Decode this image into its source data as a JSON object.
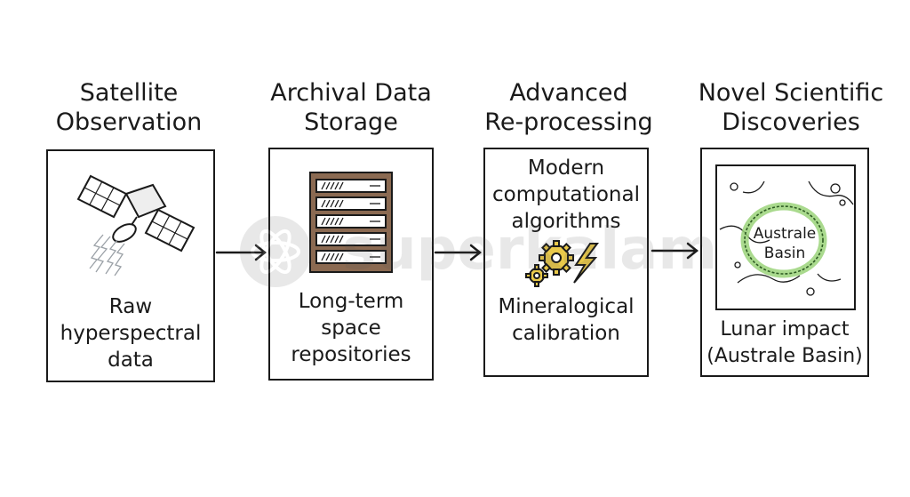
{
  "stages": [
    {
      "title": "Satellite\nObservation",
      "caption": "Raw\nhyperspectral\ndata",
      "icon": "satellite-icon"
    },
    {
      "title": "Archival Data\nStorage",
      "caption": "Long-term\nspace\nrepositories",
      "icon": "server-rack-icon"
    },
    {
      "title": "Advanced\nRe-processing",
      "top_text": "Modern\ncomputational\nalgorithms",
      "caption": "Mineralogical\ncalibration",
      "icon": "gears-lightning-icon"
    },
    {
      "title": "Novel Scientific\nDiscoveries",
      "basin_label": "Australe\nBasin",
      "caption": "Lunar impact\n(Australe Basin)",
      "icon": "lunar-map-icon"
    }
  ],
  "watermark": "superkalam",
  "colors": {
    "ink": "#1a1a1a",
    "server_brown": "#8b6a52",
    "gear_yellow": "#e9c94a",
    "basin_green": "#9bd37a"
  }
}
